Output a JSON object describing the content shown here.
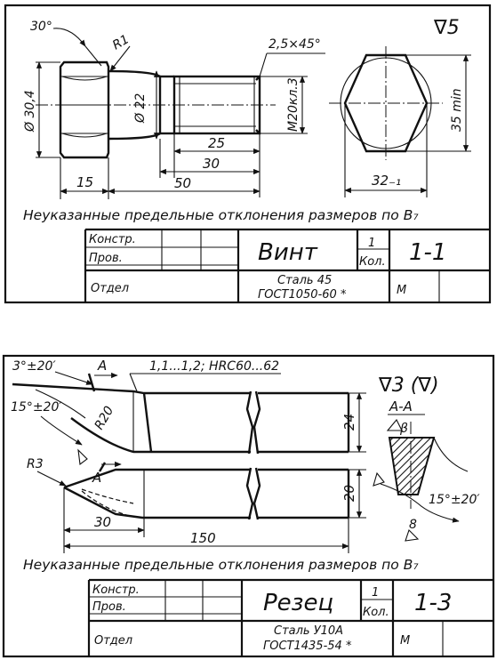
{
  "drawing_1": {
    "surface_finish": "∇5",
    "angle": "30°",
    "radius": "R1",
    "chamfer": "2,5×45°",
    "dia_head": "Ø 30,4",
    "dia_shank": "Ø 22",
    "thread": "M20кл.3",
    "len_thread": "25",
    "len_30": "30",
    "len_head": "15",
    "len_total": "50",
    "across_flats": "32₋₁",
    "across_corners": "35 min",
    "note": "Неуказанные предельные отклонения размеров по В₇",
    "title_block": {
      "designer": "Констр.",
      "checker": "Пров.",
      "department": "Отдел",
      "part_name": "Винт",
      "qty_value": "1",
      "qty_label": "Кол.",
      "drawing_number": "1-1",
      "material_line1": "Сталь 45",
      "material_line2": "ГОСТ1050-60 *",
      "scale_letter": "М"
    }
  },
  "drawing_2": {
    "surface_finish": "∇3 (∇)",
    "section_label": "А-А",
    "angle_top": "3°±20′",
    "angle_left": "15°±20′",
    "angle_right": "15°±20′",
    "cut_marker": "А",
    "hardness": "1,1...1,2; HRC60...62",
    "radius_tip": "R20",
    "radius_nose": "R3",
    "len_tip": "30",
    "len_total": "150",
    "height_top": "24",
    "height_bottom": "20",
    "angle_b": "β",
    "angle_c": "8",
    "note": "Неуказанные предельные отклонения размеров по В₇",
    "title_block": {
      "designer": "Констр.",
      "checker": "Пров.",
      "department": "Отдел",
      "part_name": "Резец",
      "qty_value": "1",
      "qty_label": "Кол.",
      "drawing_number": "1-3",
      "material_line1": "Сталь У10А",
      "material_line2": "ГОСТ1435-54 *",
      "scale_letter": "М"
    }
  }
}
